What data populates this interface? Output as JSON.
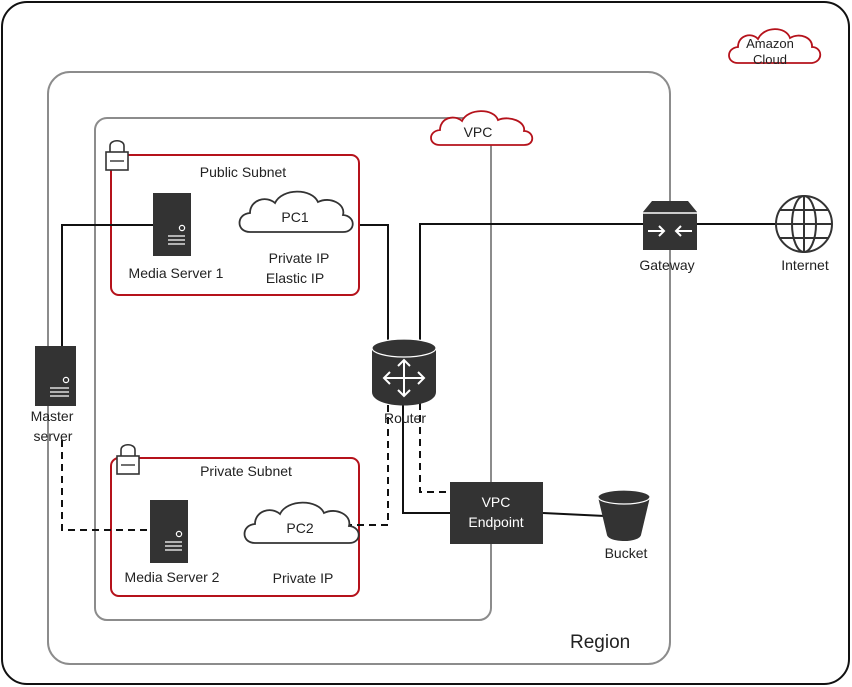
{
  "diagram": {
    "outer_label": "Amazon Cloud",
    "outer_label_line1": "Amazon",
    "outer_label_line2": "Cloud",
    "region_label": "Region",
    "vpc_label": "VPC",
    "public_subnet_label": "Public Subnet",
    "private_subnet_label": "Private Subnet",
    "media_server_1": "Media Server 1",
    "media_server_2": "Media Server 2",
    "pc1": {
      "name": "PC1",
      "line1": "Private IP",
      "line2": "Elastic IP"
    },
    "pc2": {
      "name": "PC2",
      "line1": "Private IP"
    },
    "master_server_line1": "Master",
    "master_server_line2": "server",
    "router_label": "Router",
    "vpc_endpoint_line1": "VPC",
    "vpc_endpoint_line2": "Endpoint",
    "bucket_label": "Bucket",
    "gateway_label": "Gateway",
    "internet_label": "Internet"
  },
  "colors": {
    "subnet_border": "#b5121b",
    "cloud_outline": "#b5121b",
    "region_border": "#8c8c8c",
    "device_fill": "#333333",
    "line": "#111111"
  },
  "icons": [
    "lock-icon",
    "server-icon",
    "cloud-icon",
    "router-icon",
    "gateway-icon",
    "globe-icon",
    "bucket-icon"
  ]
}
